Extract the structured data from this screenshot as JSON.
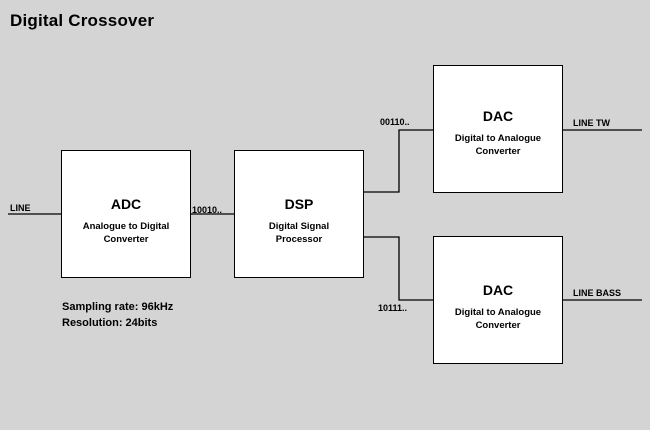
{
  "title": "Digital Crossover",
  "blocks": {
    "adc": {
      "name": "ADC",
      "desc_line1": "Analogue to Digital",
      "desc_line2": "Converter"
    },
    "dsp": {
      "name": "DSP",
      "desc_line1": "Digital Signal",
      "desc_line2": "Processor"
    },
    "dac_top": {
      "name": "DAC",
      "desc_line1": "Digital to Analogue",
      "desc_line2": "Converter"
    },
    "dac_bottom": {
      "name": "DAC",
      "desc_line1": "Digital to Analogue",
      "desc_line2": "Converter"
    }
  },
  "signals": {
    "line_in": "LINE",
    "adc_to_dsp": "10010..",
    "dsp_to_dac_top": "00110..",
    "dsp_to_dac_bottom": "10111..",
    "line_tw": "LINE TW",
    "line_bass": "LINE BASS"
  },
  "specs": {
    "sampling_rate": "Sampling rate: 96kHz",
    "resolution": "Resolution: 24bits"
  },
  "colors": {
    "background": "#d4d4d4",
    "block_fill": "#ffffff",
    "stroke": "#000000"
  }
}
